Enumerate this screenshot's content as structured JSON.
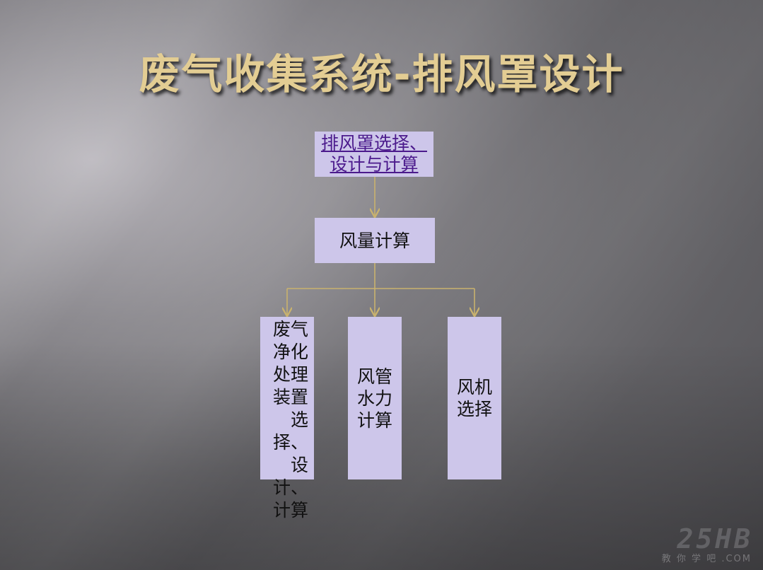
{
  "slide": {
    "title": "废气收集系统-排风罩设计"
  },
  "diagram": {
    "top_node": {
      "lines": [
        "排风罩选择、",
        "设计与计算"
      ]
    },
    "middle_node": {
      "label": "风量计算"
    },
    "children": [
      {
        "lines": [
          "废气",
          "净化",
          "处理",
          "装置",
          "选择、",
          "设计、",
          "计算"
        ]
      },
      {
        "lines": [
          "风管",
          "水力",
          "计算"
        ]
      },
      {
        "lines": [
          "风机",
          "选择"
        ]
      }
    ]
  },
  "colors": {
    "title": "#e3cd93",
    "box_fill": "#cdc6ea",
    "connector": "#c9b26e",
    "link_text": "#4b1a8c"
  },
  "watermark": {
    "big": "25HB",
    "small": "教 你 学 吧 .COM"
  }
}
